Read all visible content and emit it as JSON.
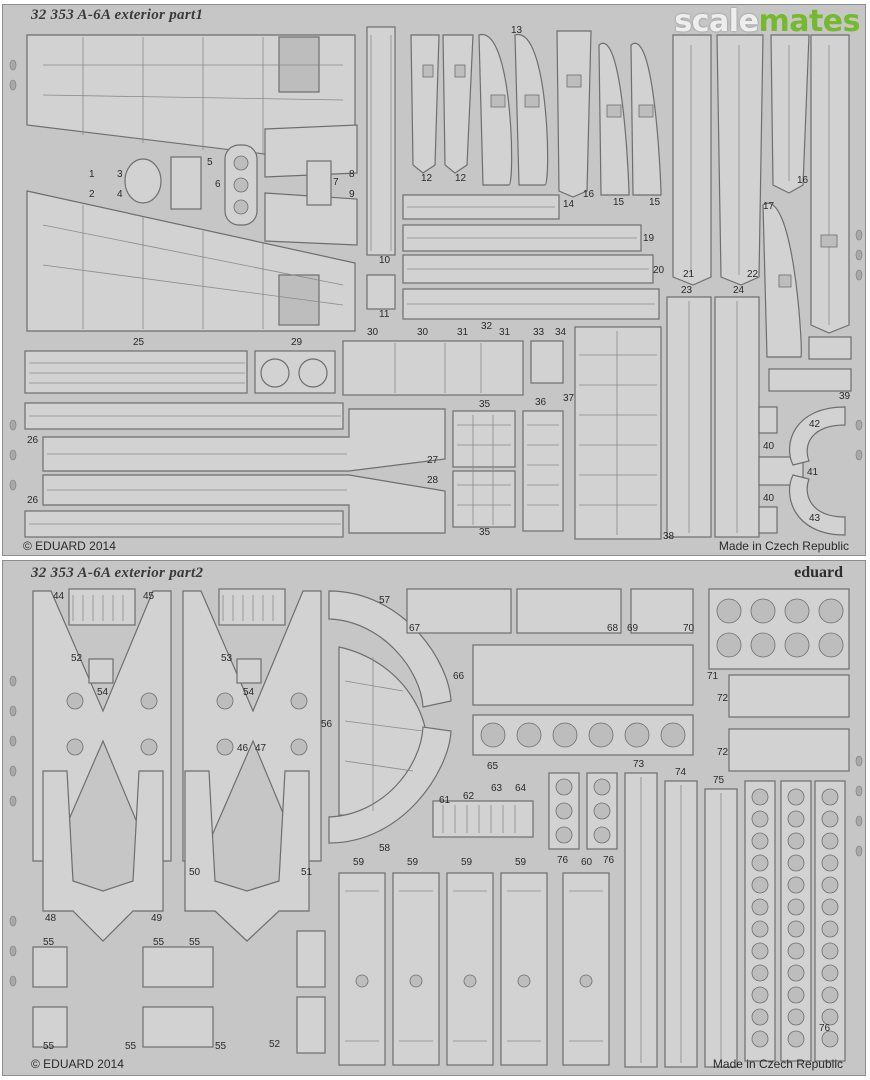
{
  "watermark": {
    "part1": "scale",
    "part2": "mates"
  },
  "sheet1": {
    "title": "32 353  A-6A exterior   part1",
    "copyright": "© EDUARD 2014",
    "made_in": "Made in Czech Republic",
    "labels": [
      "1",
      "2",
      "3",
      "4",
      "5",
      "6",
      "7",
      "8",
      "9",
      "10",
      "11",
      "12",
      "12",
      "13",
      "14",
      "15",
      "15",
      "16",
      "16",
      "17",
      "19",
      "20",
      "21",
      "22",
      "23",
      "24",
      "25",
      "26",
      "26",
      "27",
      "28",
      "29",
      "30",
      "30",
      "31",
      "31",
      "32",
      "33",
      "34",
      "35",
      "35",
      "36",
      "37",
      "38",
      "39",
      "40",
      "40",
      "41",
      "42",
      "43"
    ]
  },
  "sheet2": {
    "title": "32 353  A-6A exterior   part2",
    "brand": "eduard",
    "copyright": "© EDUARD 2014",
    "made_in": "Made in Czech Republic",
    "labels": [
      "44",
      "45",
      "46",
      "47",
      "48",
      "49",
      "50",
      "51",
      "52",
      "52",
      "53",
      "54",
      "54",
      "55",
      "55",
      "55",
      "55",
      "55",
      "55",
      "56",
      "57",
      "58",
      "59",
      "59",
      "59",
      "59",
      "60",
      "61",
      "62",
      "63",
      "64",
      "65",
      "66",
      "67",
      "68",
      "69",
      "70",
      "71",
      "72",
      "72",
      "73",
      "74",
      "75",
      "76",
      "76",
      "76"
    ]
  },
  "colors": {
    "fret": "#c6c6c6",
    "part_fill": "#d2d2d2",
    "part_stroke": "#6e6e6e",
    "brand_green": "#74ba2c"
  }
}
